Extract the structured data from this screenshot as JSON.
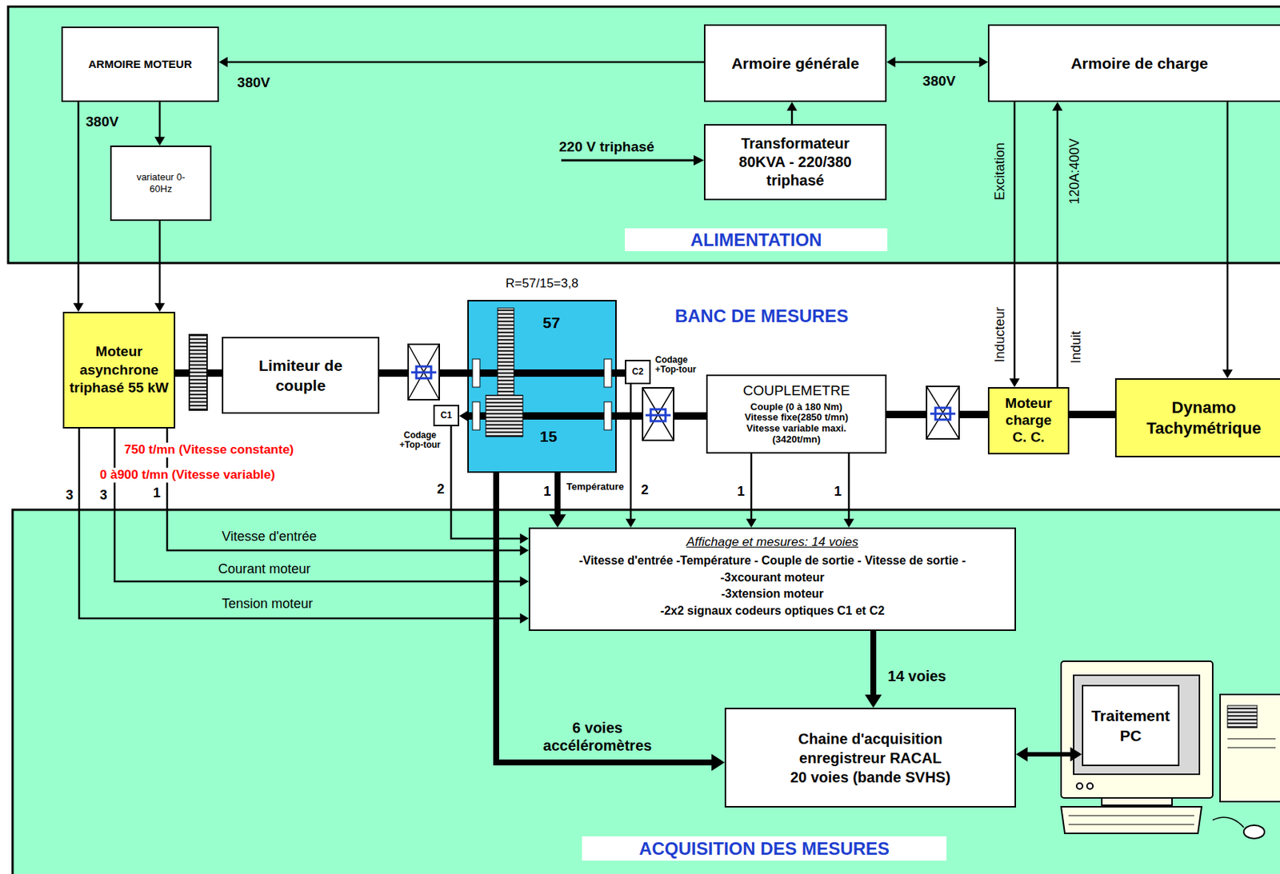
{
  "diagram": {
    "nodes": [
      {
        "text": [
          "ALIMENTATION"
        ]
      },
      {
        "text": [
          "ARMOIRE MOTEUR"
        ],
        "in": 0
      },
      {
        "text": [
          "Armoire générale"
        ],
        "in": 0
      },
      {
        "text": [
          "Armoire de charge"
        ],
        "in": 0
      },
      {
        "text": [
          "variateur 0-60Hz"
        ],
        "in": 0
      },
      {
        "text": [
          "Transformateur 80KVA - 220/380 triphasé"
        ],
        "in": 0
      },
      {
        "text": [
          "Moteur asynchrone triphasé 55 kW"
        ]
      },
      {
        "text": [
          "Limiteur de couple"
        ]
      },
      {
        "text": [
          "R=57/15=3,8",
          "57",
          "15"
        ]
      },
      {
        "text": [
          "C1"
        ]
      },
      {
        "text": [
          "C2"
        ]
      },
      {
        "text": [
          "COUPLEMETRE",
          "Couple (0 à 180 Nm)",
          "Vitesse fixe(2850 t/mn)",
          "Vitesse variable maxi.(3420t/mn)"
        ]
      },
      {
        "text": [
          "Moteur charge C. C."
        ]
      },
      {
        "text": [
          "Dynamo Tachymétrique"
        ]
      },
      {
        "text": [
          "ACQUISITION DES MESURES"
        ]
      },
      {
        "text": [
          "Affichage et mesures: 14 voies",
          "-Vitesse d'entrée -Température - Couple de sortie - Vitesse de sortie -",
          "-3xcourant moteur",
          "-3xtension moteur",
          "-2x2 signaux codeurs optiques C1 et C2"
        ],
        "in": 14
      },
      {
        "text": [
          "Chaine d'acquisition enregistreur RACAL 20 voies (bande SVHS)"
        ],
        "in": 14
      },
      {
        "text": [
          "Traitement PC"
        ],
        "in": 14
      }
    ],
    "edges": [
      {
        "from": 2,
        "to": 1,
        "arrow": "to",
        "label": "380V"
      },
      {
        "from": 2,
        "to": 3,
        "arrow": "both",
        "label": "380V"
      },
      {
        "from": 5,
        "to": 2,
        "arrow": "to"
      },
      {
        "from": 1,
        "to": 6,
        "arrow": "to",
        "label": "380V"
      },
      {
        "from": 1,
        "to": 4,
        "arrow": "to"
      },
      {
        "from": 4,
        "to": 6,
        "arrow": "to"
      },
      {
        "from": 3,
        "to": 12,
        "arrow": "to",
        "label": "Excitation"
      },
      {
        "from": 12,
        "to": 3,
        "arrow": "to",
        "label": "120A:400V"
      },
      {
        "from": 3,
        "to": 13,
        "arrow": "to"
      },
      {
        "from": 6,
        "to": 7,
        "arrow": "none"
      },
      {
        "from": 7,
        "to": 8,
        "arrow": "none"
      },
      {
        "from": 8,
        "to": 10,
        "arrow": "none"
      },
      {
        "from": 8,
        "to": 9,
        "arrow": "to"
      },
      {
        "from": 8,
        "to": 11,
        "arrow": "none"
      },
      {
        "from": 11,
        "to": 12,
        "arrow": "none"
      },
      {
        "from": 12,
        "to": 13,
        "arrow": "none"
      },
      {
        "from": 6,
        "to": 15,
        "arrow": "to",
        "label": "Vitesse d'entrée"
      },
      {
        "from": 6,
        "to": 15,
        "arrow": "to",
        "label": "Courant moteur"
      },
      {
        "from": 6,
        "to": 15,
        "arrow": "to",
        "label": "Tension moteur"
      },
      {
        "from": 9,
        "to": 15,
        "arrow": "to"
      },
      {
        "from": 8,
        "to": 15,
        "arrow": "to"
      },
      {
        "from": 10,
        "to": 15,
        "arrow": "to"
      },
      {
        "from": 11,
        "to": 15,
        "arrow": "to"
      },
      {
        "from": 11,
        "to": 15,
        "arrow": "to"
      },
      {
        "from": 8,
        "to": 16,
        "arrow": "to",
        "label": "6 voies accéléromètres"
      },
      {
        "from": 15,
        "to": 16,
        "arrow": "to",
        "label": "14 voies"
      },
      {
        "from": 16,
        "to": 17,
        "arrow": "both"
      }
    ],
    "labels": [
      "BANC DE MESURES",
      "750 t/mn (Vitesse constante)",
      "0 à900 t/mn (Vitesse variable)",
      "Codage +Top-tour",
      "Codage +Top-tour",
      "Inducteur",
      "Induit",
      "220 V triphasé",
      "3",
      "3",
      "1",
      "2",
      "1",
      "Température",
      "2",
      "1",
      "1"
    ]
  }
}
